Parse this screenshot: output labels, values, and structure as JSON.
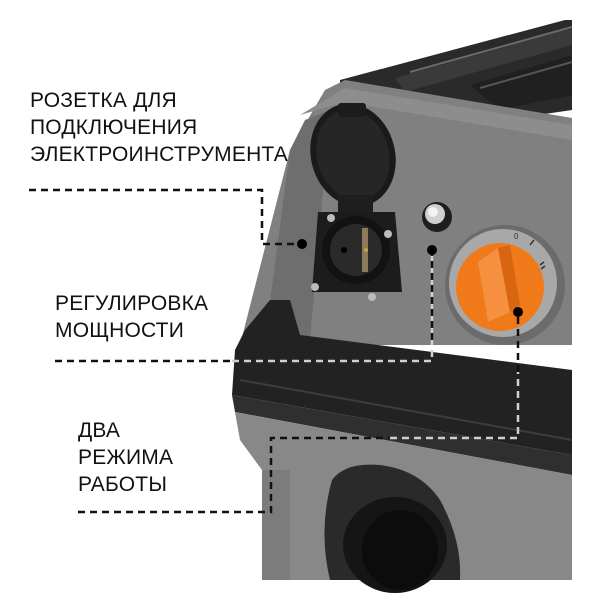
{
  "callouts": [
    {
      "id": "socket",
      "lines": [
        "РОЗЕТКА ДЛЯ",
        "ПОДКЛЮЧЕНИЯ",
        "ЭЛЕКТРОИНСТРУМЕНТА"
      ]
    },
    {
      "id": "power",
      "lines": [
        "РЕГУЛИРОВКА",
        "МОЩНОСТИ"
      ]
    },
    {
      "id": "modes",
      "lines": [
        "ДВА",
        "РЕЖИМА",
        "РАБОТЫ"
      ]
    }
  ],
  "colors": {
    "body_gray": "#7a7a7a",
    "trim_black": "#1f1f1f",
    "knob_orange": "#f07a1a",
    "background": "#ffffff"
  }
}
